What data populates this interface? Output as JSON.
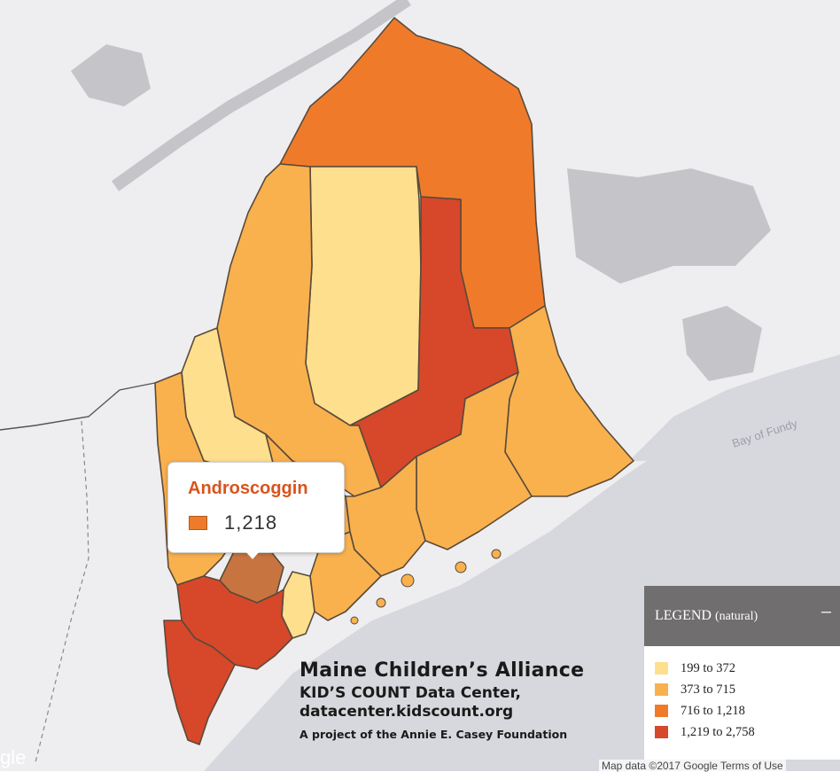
{
  "tooltip": {
    "county": "Androscoggin",
    "value": "1,218"
  },
  "credit": {
    "title": "Maine Children’s Alliance",
    "line2": "KID’S COUNT Data Center,",
    "line3": "datacenter.kidscount.org",
    "line4": "A project of the Annie E. Casey Foundation"
  },
  "legend": {
    "title": "LEGEND",
    "subtitle": "(natural)",
    "collapse": "–",
    "items": [
      {
        "label": "199 to 372",
        "color": "#fddf8e"
      },
      {
        "label": "373 to 715",
        "color": "#f9b14e"
      },
      {
        "label": "716 to 1,218",
        "color": "#ef7b2a"
      },
      {
        "label": "1,219 to 2,758",
        "color": "#d7472a"
      }
    ]
  },
  "map_labels": {
    "bay": "Bay of Fundy"
  },
  "attribution": "Map data ©2017 Google   Terms of Use",
  "google_logo": "gle",
  "colors": {
    "land": "#eeeef0",
    "water": "#d7d7de",
    "lake": "#c5c5c9",
    "c1": "#fddf8e",
    "c2": "#f9b14e",
    "c3": "#ef7b2a",
    "c4": "#d7472a",
    "selected": "#c87440"
  }
}
